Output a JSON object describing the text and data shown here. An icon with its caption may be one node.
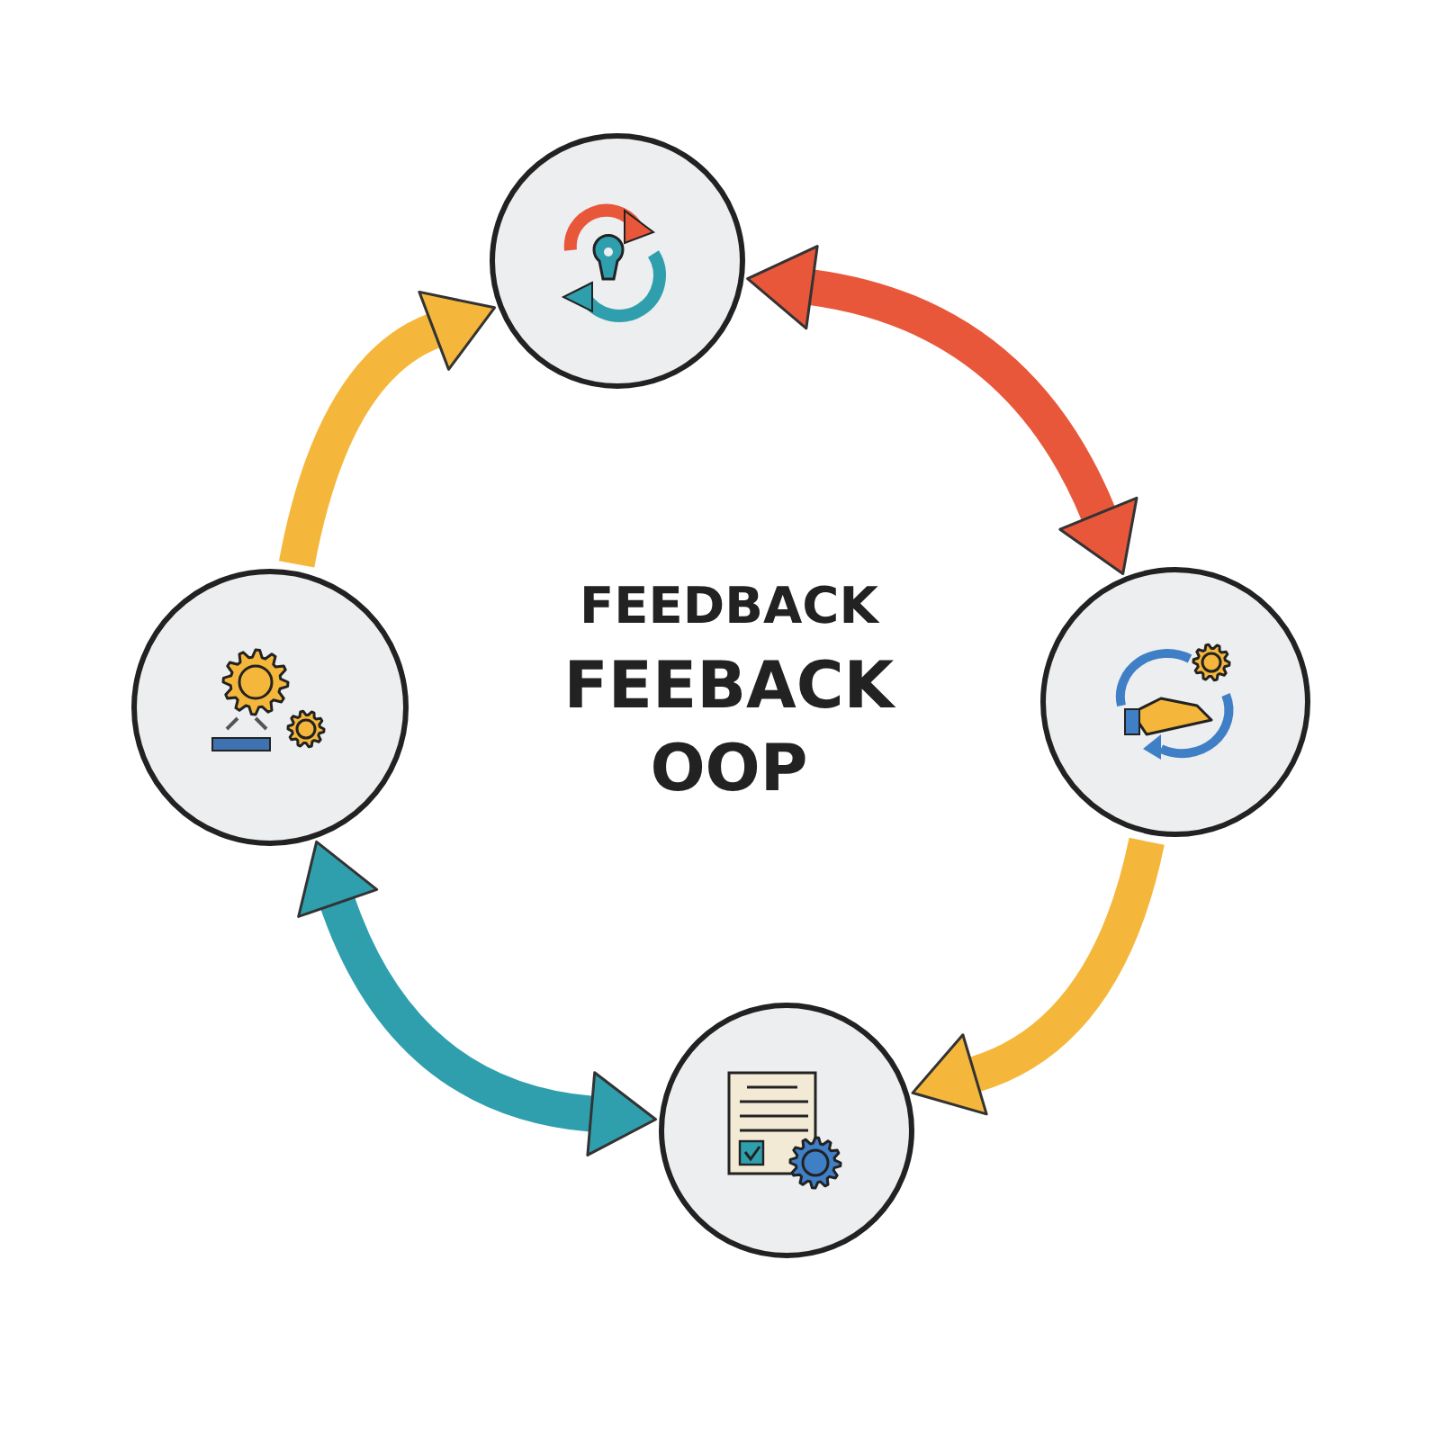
{
  "diagram": {
    "nodes": [
      {
        "text": [],
        "shape": "circle"
      },
      {
        "text": [],
        "shape": "circle"
      },
      {
        "text": [],
        "shape": "circle"
      },
      {
        "text": [],
        "shape": "circle"
      }
    ],
    "edges": [
      {
        "from": 0,
        "to": 2,
        "arrow": "both",
        "color": "#e8573a"
      },
      {
        "from": 2,
        "to": 3,
        "arrow": "to"
      },
      {
        "from": 3,
        "to": 1,
        "arrow": "both",
        "color": "#2f9fae"
      },
      {
        "from": 1,
        "to": 0,
        "arrow": "to"
      }
    ],
    "labels": [
      "FEEDBACK",
      "FEEBACK",
      "OOP"
    ]
  }
}
